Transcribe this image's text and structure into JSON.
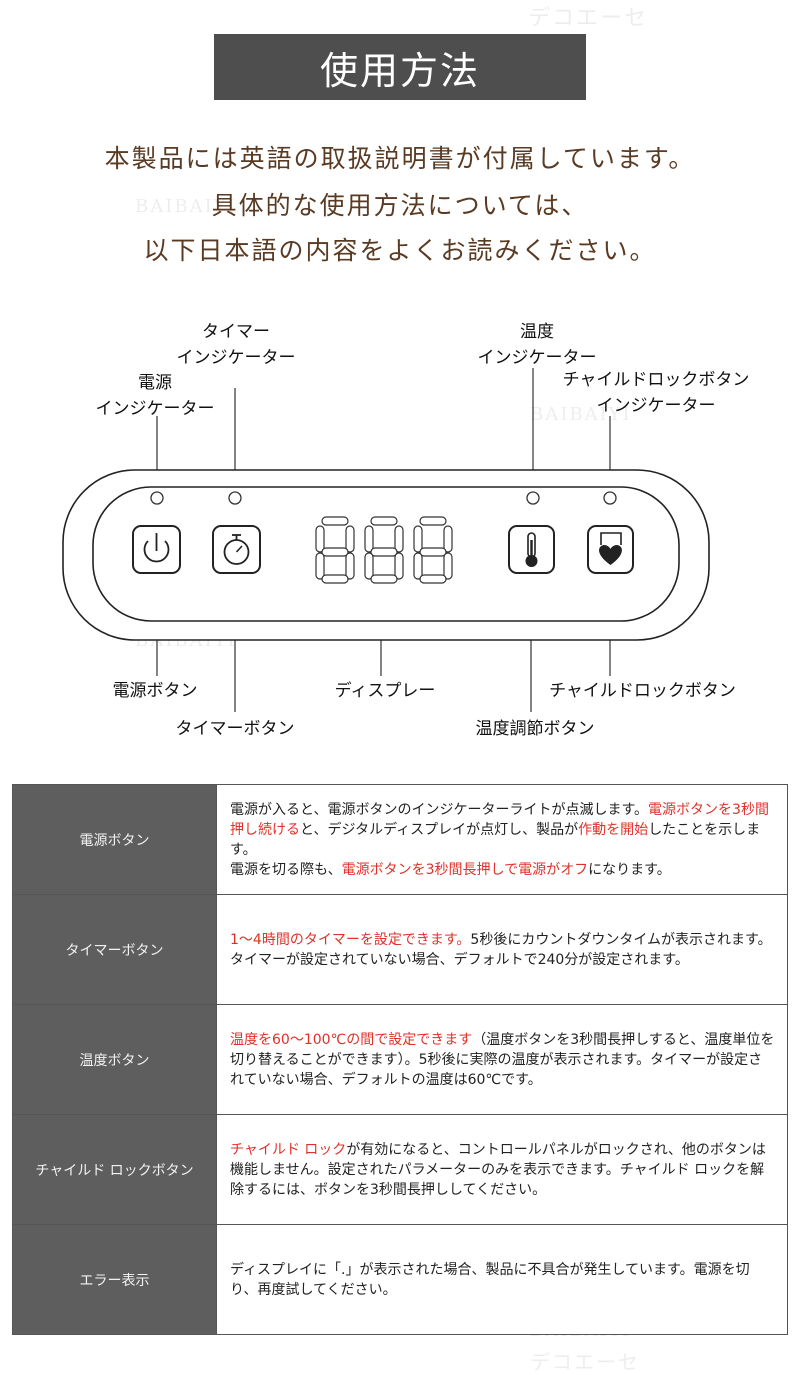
{
  "title": "使用方法",
  "intro": [
    "本製品には英語の取扱説明書が付属しています。",
    "具体的な使用方法については、",
    "以下日本語の内容をよくお読みください。"
  ],
  "watermark": {
    "brand": "BAIBAIYI",
    "shop": "デコエーセ"
  },
  "diagram": {
    "top_labels": {
      "timer_indicator": [
        "タイマー",
        "インジケーター"
      ],
      "power_indicator": [
        "電源",
        "インジケーター"
      ],
      "temp_indicator": [
        "温度",
        "インジケーター"
      ],
      "child_lock_indicator": [
        "チャイルドロックボタン",
        "インジケーター"
      ]
    },
    "bottom_labels": {
      "power_button": "電源ボタン",
      "timer_button": "タイマーボタン",
      "display": "ディスプレー",
      "temp_button": "温度調節ボタン",
      "child_lock_button": "チャイルドロックボタン"
    },
    "icons": {
      "power": "power-icon",
      "timer": "stopwatch-icon",
      "temperature": "thermometer-icon",
      "child_lock": "heart-lock-icon"
    },
    "display_text": "888"
  },
  "table": {
    "rows": [
      {
        "name": "電源ボタン",
        "segments": [
          {
            "t": "電源が入ると、電源ボタンのインジケーターライトが点滅します。",
            "red": false
          },
          {
            "t": "電源ボタンを3秒間押し続ける",
            "red": true
          },
          {
            "t": "と、デジタルディスプレイが点灯し、製品が",
            "red": false
          },
          {
            "t": "作動を開始",
            "red": true
          },
          {
            "t": "したことを示します。",
            "red": false
          },
          {
            "t": "\n",
            "red": false
          },
          {
            "t": "電源を切る際も、",
            "red": false
          },
          {
            "t": "電源ボタンを3秒間長押しで電源がオフ",
            "red": true
          },
          {
            "t": "になります。",
            "red": false
          }
        ]
      },
      {
        "name": "タイマーボタン",
        "segments": [
          {
            "t": "1〜4時間のタイマーを設定できます。",
            "red": true
          },
          {
            "t": "5秒後にカウントダウンタイムが表示されます。タイマーが設定されていない場合、デフォルトで240分が設定されます。",
            "red": false
          }
        ]
      },
      {
        "name": "温度ボタン",
        "segments": [
          {
            "t": "温度を60〜100℃の間で設定できます",
            "red": true
          },
          {
            "t": "（温度ボタンを3秒間長押しすると、温度単位を切り替えることができます）。5秒後に実際の温度が表示されます。タイマーが設定されていない場合、デフォルトの温度は60℃です。",
            "red": false
          }
        ]
      },
      {
        "name": "チャイルド ロックボタン",
        "segments": [
          {
            "t": "チャイルド ロック",
            "red": true
          },
          {
            "t": "が有効になると、コントロールパネルがロックされ、他のボタンは機能しません。設定されたパラメーターのみを表示できます。チャイルド ロックを解除するには、ボタンを3秒間長押ししてください。",
            "red": false
          }
        ]
      },
      {
        "name": "エラー表示",
        "segments": [
          {
            "t": "ディスプレイに「.」が表示された場合、製品に不具合が発生しています。電源を切り、再度試してください。",
            "red": false
          }
        ]
      }
    ]
  }
}
